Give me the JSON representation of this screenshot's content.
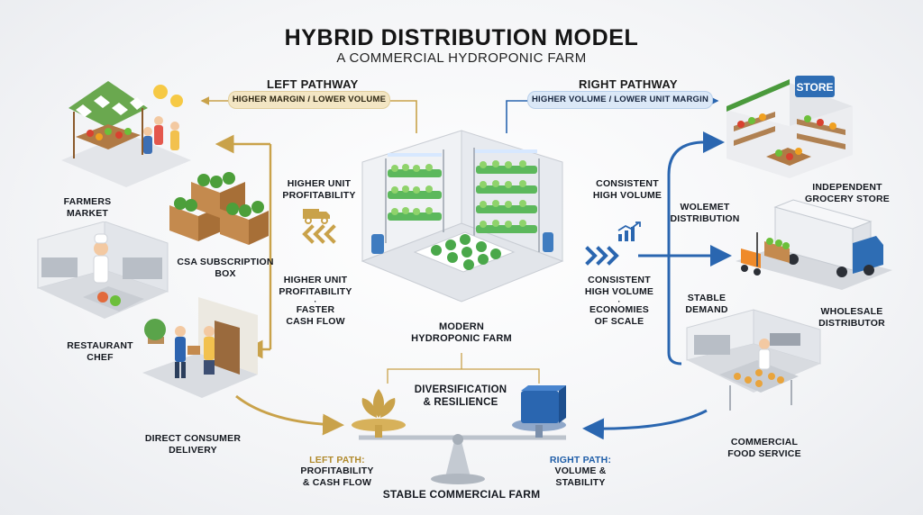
{
  "header": {
    "title": "HYBRID DISTRIBUTION MODEL",
    "subtitle": "A COMMERCIAL HYDROPONIC FARM"
  },
  "left_pathway": {
    "title": "LEFT PATHWAY",
    "tagline": "HIGHER MARGIN / LOWER VOLUME",
    "channels": {
      "farmers_market": "FARMERS\nMARKET",
      "csa_box": "CSA SUBSCRIPTION\nBOX",
      "restaurant_chef": "RESTAURANT\nCHEF",
      "direct_consumer": "DIRECT CONSUMER\nDELIVERY"
    },
    "benefit_top": "HIGHER UNIT\nPROFITABILITY",
    "benefit_bottom_1": "HIGHER UNIT\nPROFITABILITY",
    "benefit_bottom_2": "FASTER\nCASH FLOW"
  },
  "right_pathway": {
    "title": "RIGHT PATHWAY",
    "tagline": "HIGHER VOLUME / LOWER UNIT MARGIN",
    "channels": {
      "grocery": "INDEPENDENT\nGROCERY STORE",
      "wholesale": "WHOLESALE\nDISTRIBUTOR",
      "food_service": "COMMERCIAL\nFOOD SERVICE"
    },
    "benefit_top": "CONSISTENT\nHIGH VOLUME",
    "wolemet": "WOLEMET\nDISTRIBUTION",
    "benefit_mid_1": "CONSISTENT\nHIGH VOLUME",
    "benefit_mid_2": "ECONOMIES\nOF SCALE",
    "stable_demand": "STABLE\nDEMAND",
    "store_sign": "STORE"
  },
  "center": {
    "farm_label": "MODERN\nHYDROPONIC FARM",
    "diversification": "DIVERSIFICATION\n& RESILIENCE",
    "left_path_head": "LEFT PATH:",
    "left_path_body": "PROFITABILITY\n& CASH FLOW",
    "right_path_head": "RIGHT PATH:",
    "right_path_body": "VOLUME &\nSTABILITY",
    "footer": "STABLE COMMERCIAL FARM"
  },
  "colors": {
    "gold": "#c9a24a",
    "blue": "#2a66b0",
    "text": "#14181f"
  }
}
